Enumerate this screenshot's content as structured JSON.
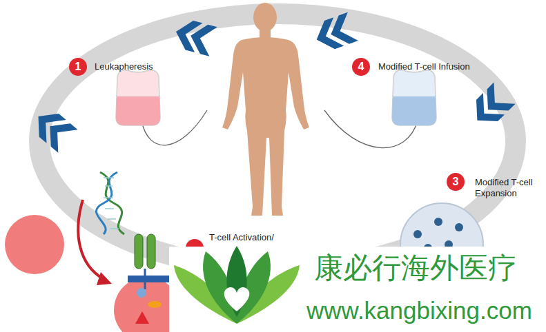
{
  "diagram": {
    "labels": [
      "1",
      "Leukapheresis",
      "4",
      "Modified T-cell Infusion",
      "3",
      "Modified T-cell Expansion",
      "T-cell Activation/",
      "康必行海外医疗",
      "www.kangbixing.com"
    ]
  }
}
